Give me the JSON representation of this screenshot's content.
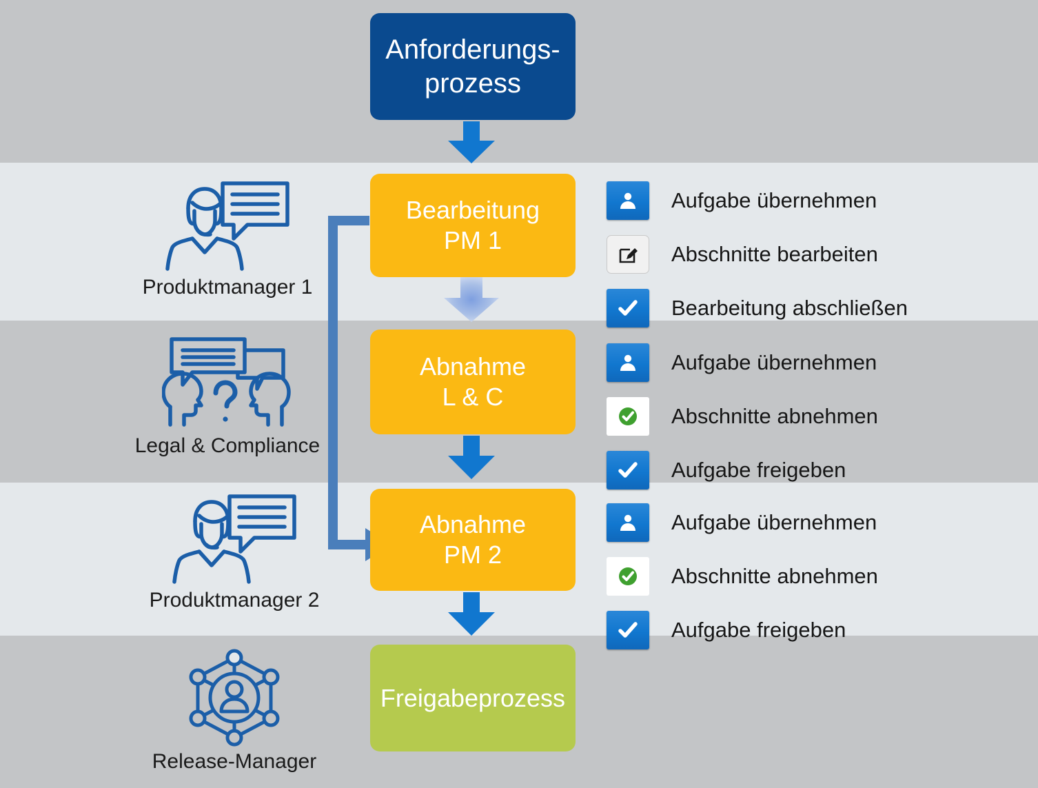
{
  "diagram": {
    "title": "Anforderungsprozess Swimlane",
    "colors": {
      "page_background": "#c3c5c7",
      "lane_light": "#e4e8eb",
      "lane_dark": "#c3c5c7",
      "start_box": "#0a4a8f",
      "task_box": "#fbb913",
      "end_box": "#b5ca4e",
      "arrow_blue": "#1177cf",
      "arrow_faded": "#a8bde8",
      "connector_blue": "#4a7ebb",
      "badge_blue": "#1177cf",
      "badge_green": "#3fa02f",
      "text_dark": "#161616",
      "text_light": "#ffffff"
    }
  },
  "start": {
    "label": "Anforderungs-\nprozess",
    "icon": "start-process-box"
  },
  "end": {
    "label": "Freigabeprozess",
    "icon": "end-process-box"
  },
  "lanes": [
    {
      "id": "lane-produktmanager-1",
      "role_label": "Produktmanager 1",
      "role_icon": "person-speech-bubble-icon",
      "band": "light",
      "task": {
        "label": "Bearbeitung\nPM 1",
        "name": "task-bearbeitung-pm1"
      },
      "actions": [
        {
          "label": "Aufgabe übernehmen",
          "icon": "person-badge-icon",
          "badge_style": "blue"
        },
        {
          "label": "Abschnitte bearbeiten",
          "icon": "edit-pencil-icon",
          "badge_style": "plain"
        },
        {
          "label": "Bearbeitung abschließen",
          "icon": "check-icon",
          "badge_style": "blue"
        }
      ]
    },
    {
      "id": "lane-legal-compliance",
      "role_label": "Legal & Compliance",
      "role_icon": "two-heads-question-speech-icon",
      "band": "dark",
      "task": {
        "label": "Abnahme\nL & C",
        "name": "task-abnahme-lc"
      },
      "actions": [
        {
          "label": "Aufgabe übernehmen",
          "icon": "person-badge-icon",
          "badge_style": "blue"
        },
        {
          "label": "Abschnitte abnehmen",
          "icon": "green-check-circle-icon",
          "badge_style": "white"
        },
        {
          "label": "Aufgabe freigeben",
          "icon": "check-icon",
          "badge_style": "blue"
        }
      ]
    },
    {
      "id": "lane-produktmanager-2",
      "role_label": "Produktmanager 2",
      "role_icon": "person-speech-bubble-icon",
      "band": "light",
      "task": {
        "label": "Abnahme\nPM 2",
        "name": "task-abnahme-pm2"
      },
      "actions": [
        {
          "label": "Aufgabe übernehmen",
          "icon": "person-badge-icon",
          "badge_style": "blue"
        },
        {
          "label": "Abschnitte abnehmen",
          "icon": "green-check-circle-icon",
          "badge_style": "white"
        },
        {
          "label": "Aufgabe freigeben",
          "icon": "check-icon",
          "badge_style": "blue"
        }
      ]
    },
    {
      "id": "lane-release-manager",
      "role_label": "Release-Manager",
      "role_icon": "network-person-hexagon-icon",
      "band": "dark",
      "task": null,
      "actions": []
    }
  ],
  "connectors": [
    {
      "name": "arrow-start-to-pm1",
      "style": "solid",
      "direction": "down"
    },
    {
      "name": "arrow-pm1-to-lc",
      "style": "faded",
      "direction": "down"
    },
    {
      "name": "arrow-lc-to-pm2",
      "style": "solid",
      "direction": "down"
    },
    {
      "name": "arrow-pm2-to-freigabe",
      "style": "solid",
      "direction": "down"
    },
    {
      "name": "loop-pm1-to-pm2",
      "style": "elbow",
      "direction": "left-down-right"
    }
  ]
}
